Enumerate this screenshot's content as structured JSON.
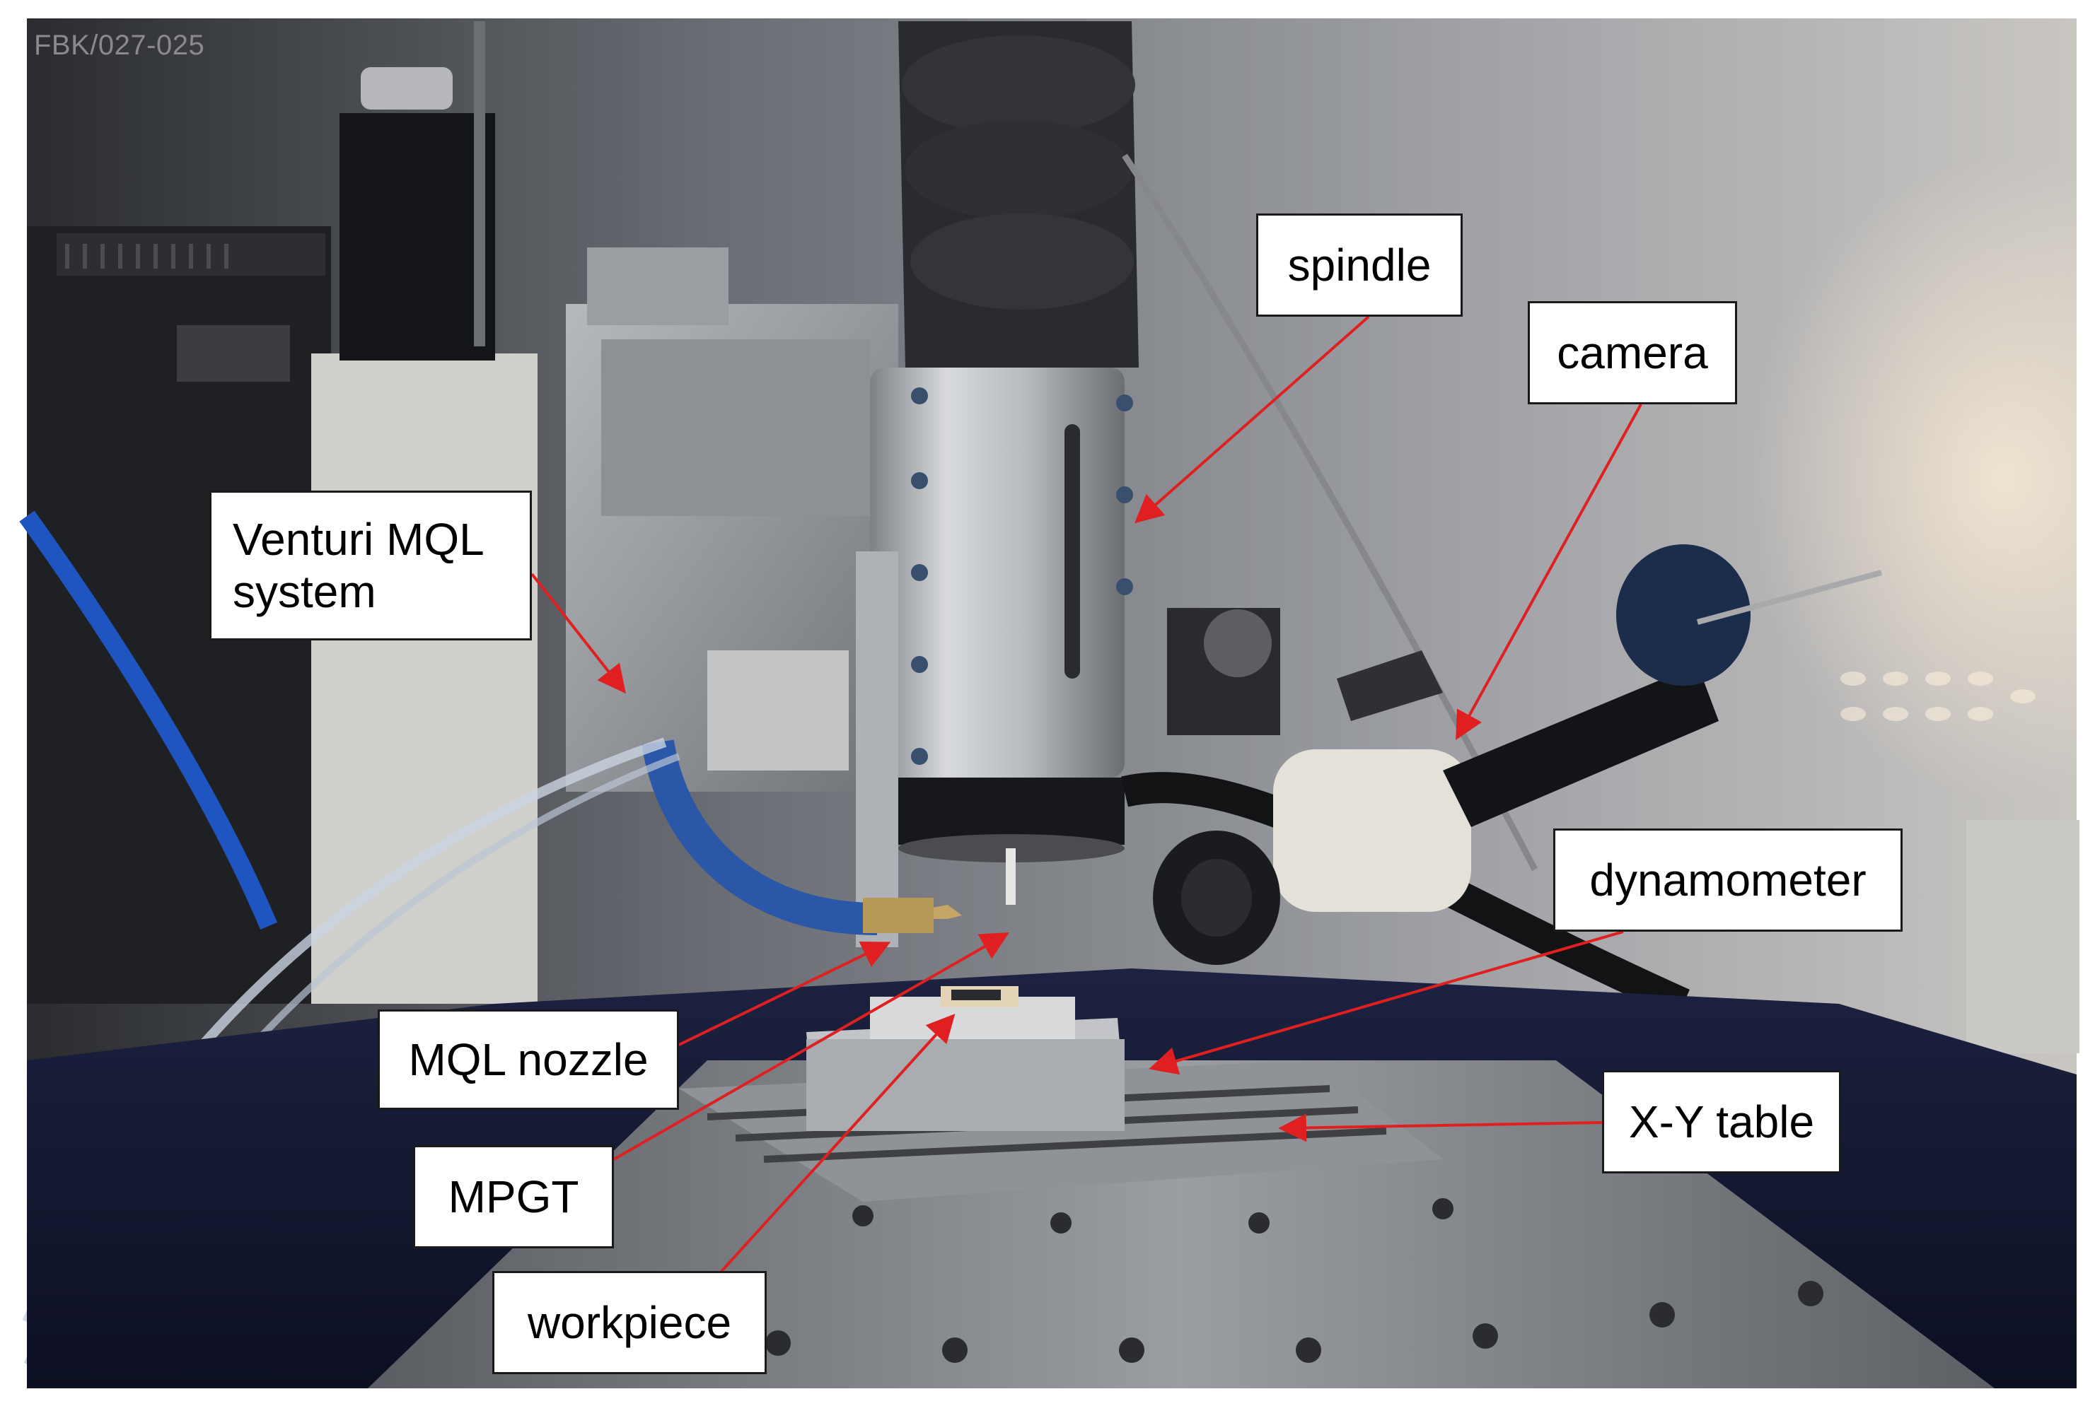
{
  "photo": {
    "credit": "FBK/027-025",
    "accent_color": "#e02020"
  },
  "callouts": {
    "spindle": "spindle",
    "camera": "camera",
    "venturi_line1": "Venturi MQL",
    "venturi_line2": "system",
    "dynamometer": "dynamometer",
    "mql_nozzle": "MQL nozzle",
    "xy_table": "X-Y table",
    "mpgt": "MPGT",
    "workpiece": "workpiece"
  }
}
